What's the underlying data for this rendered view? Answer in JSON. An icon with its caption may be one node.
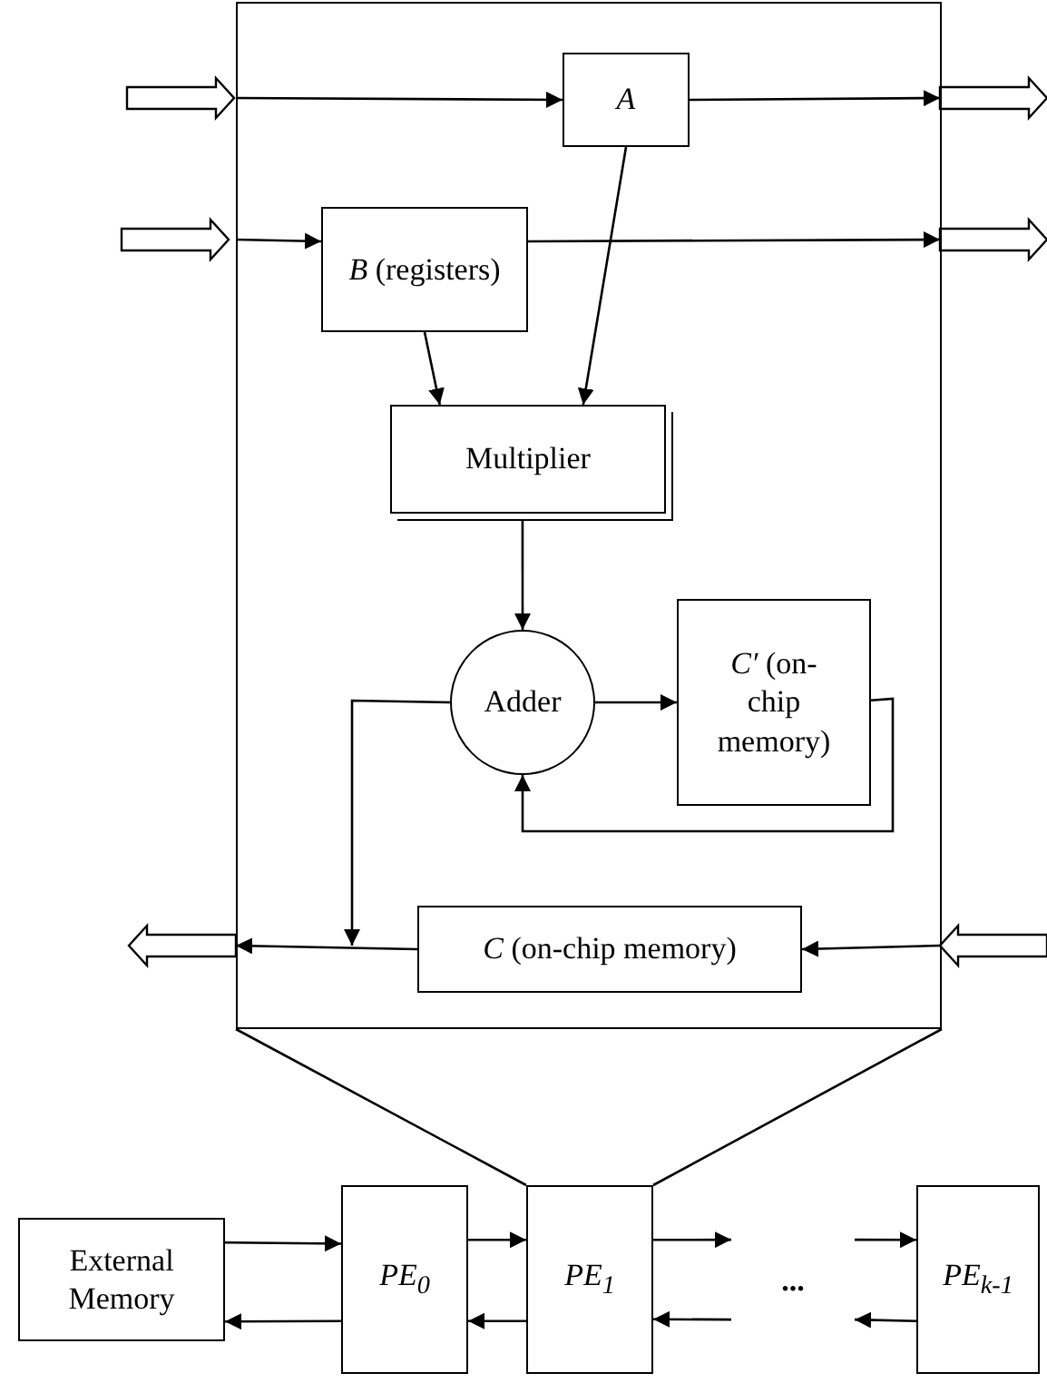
{
  "diagram": {
    "nodes": [
      {
        "text": [],
        "shape": "box"
      },
      {
        "text": [
          "A"
        ],
        "in": 0
      },
      {
        "text": [
          "*B* (registers)"
        ],
        "in": 0
      },
      {
        "text": [
          "Multiplier"
        ],
        "in": 0
      },
      {
        "text": [
          "Adder"
        ],
        "in": 0
      },
      {
        "text": [
          "*C′* (on-chip memory)"
        ],
        "in": 0
      },
      {
        "text": [
          "*C* (on-chip memory)"
        ],
        "in": 0
      },
      {
        "text": [
          "External Memory"
        ]
      },
      {
        "text": [
          "PE$_{0}$"
        ]
      },
      {
        "text": [
          "PE$_{1}$"
        ]
      },
      {
        "text": [
          "..."
        ]
      },
      {
        "text": [
          "PE$_{k-1}$"
        ]
      }
    ],
    "edges": [
      {
        "from": null,
        "to": 1,
        "arrow": "to"
      },
      {
        "from": 1,
        "to": null,
        "arrow": "to"
      },
      {
        "from": null,
        "to": 2,
        "arrow": "to"
      },
      {
        "from": 2,
        "to": null,
        "arrow": "to"
      },
      {
        "from": 2,
        "to": 3,
        "arrow": "to"
      },
      {
        "from": 1,
        "to": 3,
        "arrow": "to"
      },
      {
        "from": 3,
        "to": 4,
        "arrow": "to"
      },
      {
        "from": 4,
        "to": 5,
        "arrow": "to"
      },
      {
        "from": 5,
        "to": 4,
        "arrow": "to"
      },
      {
        "from": 4,
        "to": null,
        "arrow": "to"
      },
      {
        "from": 6,
        "to": null,
        "arrow": "to"
      },
      {
        "from": null,
        "to": 6,
        "arrow": "to"
      },
      {
        "from": 0,
        "to": 9,
        "arrow": "none"
      },
      {
        "from": 0,
        "to": 9,
        "arrow": "none"
      },
      {
        "from": 7,
        "to": 8,
        "arrow": "to"
      },
      {
        "from": 8,
        "to": 7,
        "arrow": "to"
      },
      {
        "from": 8,
        "to": 9,
        "arrow": "to"
      },
      {
        "from": 9,
        "to": 8,
        "arrow": "to"
      },
      {
        "from": 9,
        "to": 10,
        "arrow": "to"
      },
      {
        "from": 10,
        "to": 9,
        "arrow": "to"
      },
      {
        "from": 10,
        "to": 11,
        "arrow": "to"
      },
      {
        "from": 11,
        "to": 10,
        "arrow": "to"
      }
    ]
  }
}
